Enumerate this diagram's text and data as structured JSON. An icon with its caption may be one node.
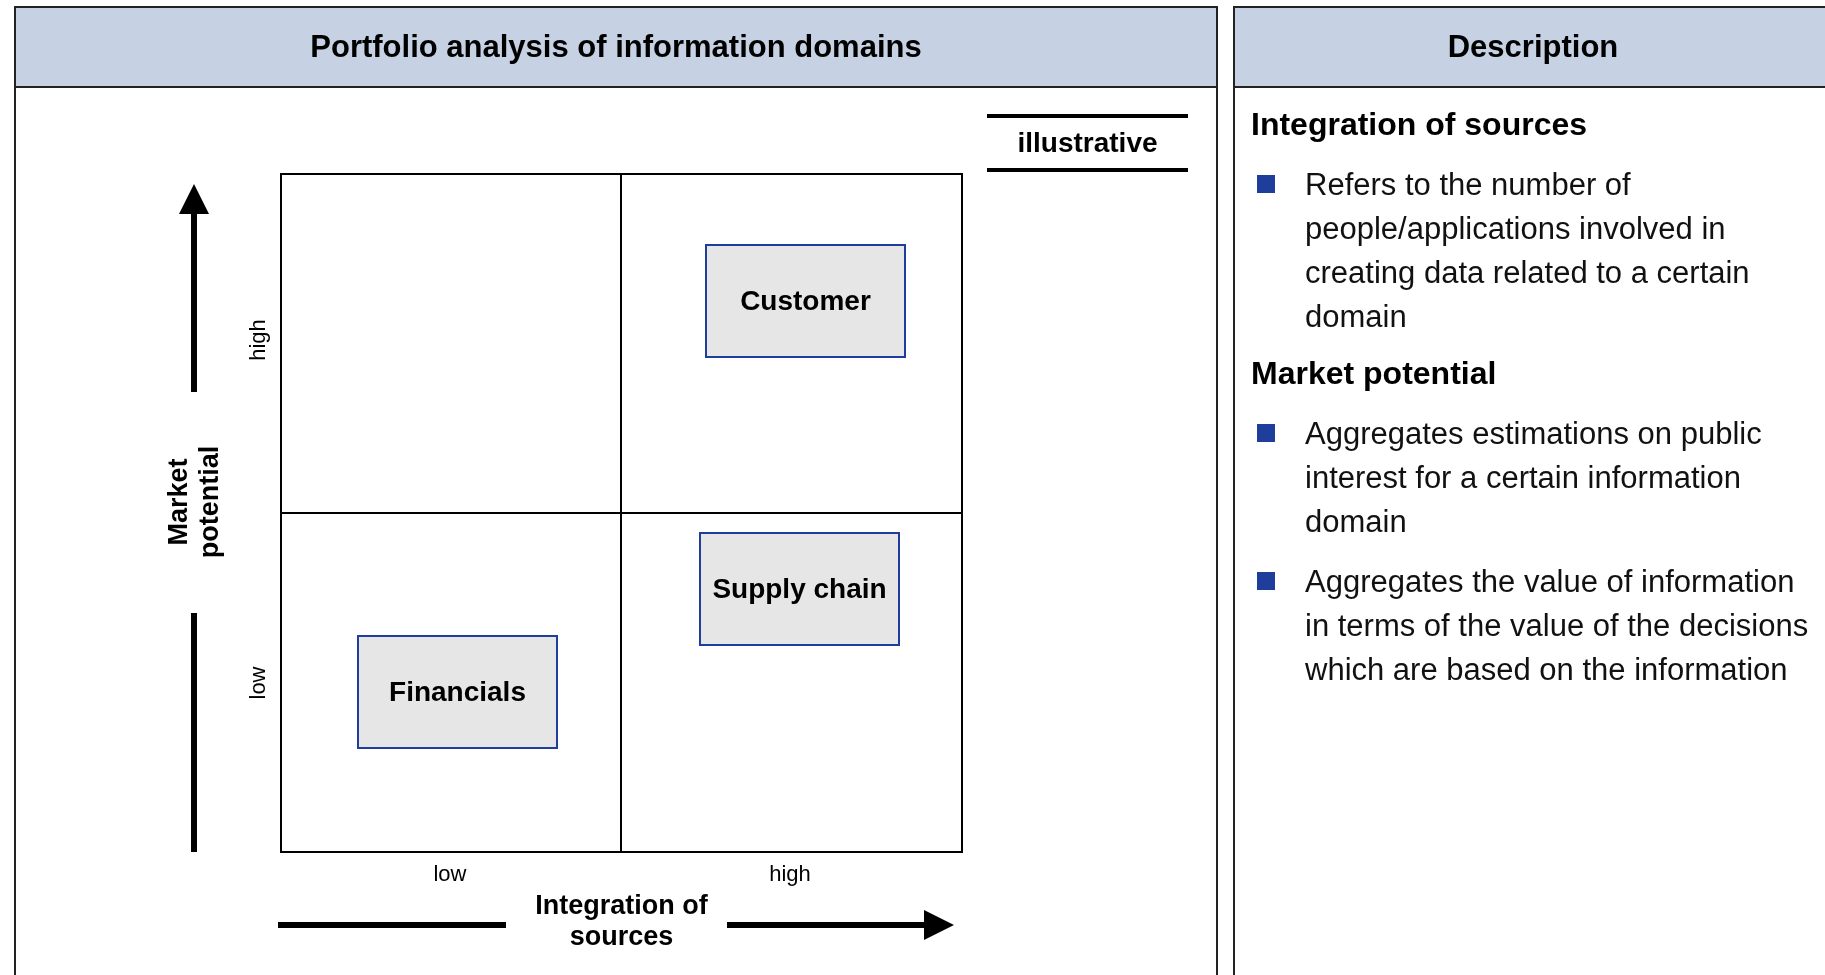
{
  "diagram": {
    "nodes": [
      {
        "text": [
          "Portfolio analysis of information domains"
        ]
      },
      {
        "text": [
          "Description",
          "Integration of sources",
          "Refers to the number of people/applications involved in creating data related to a certain domain",
          "Market potential",
          "Aggregates estimations on public interest for a certain information domain",
          "Aggregates the value of information in terms of the value of the decisions which are based on the information"
        ]
      },
      {
        "text": [
          "Customer"
        ],
        "in": 0
      },
      {
        "text": [
          "Supply chain"
        ],
        "in": 0
      },
      {
        "text": [
          "Financials"
        ],
        "in": 0
      }
    ],
    "labels": [
      "illustrative",
      "high",
      "Market potential",
      "low",
      "low",
      "high",
      "Integration of sources"
    ]
  }
}
